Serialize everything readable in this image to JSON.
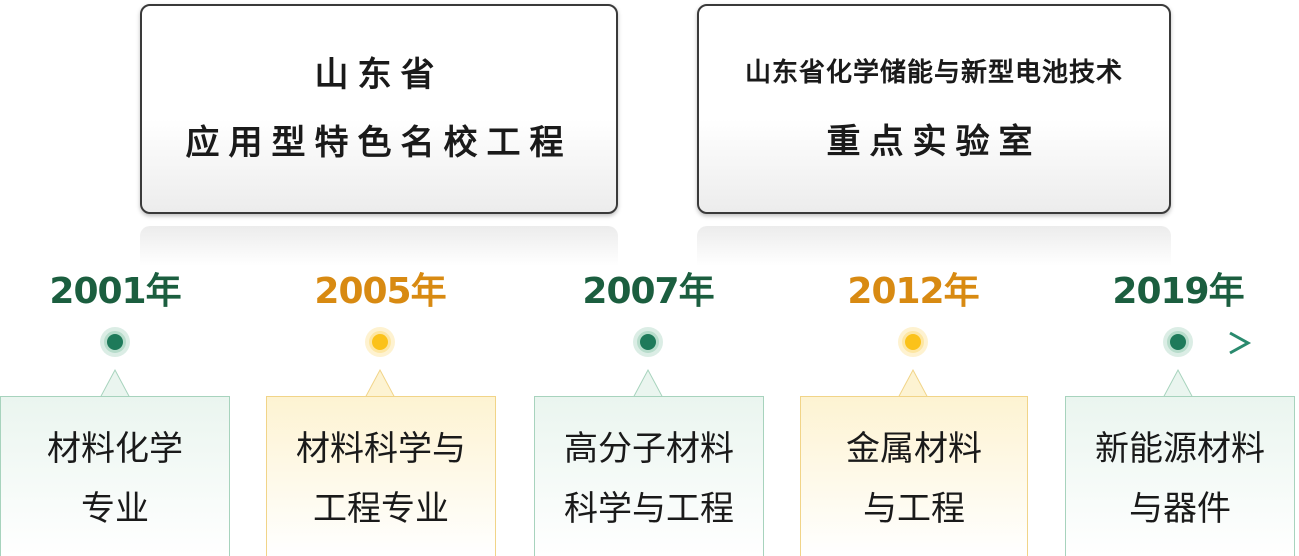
{
  "top_boxes": [
    {
      "lines": [
        "山东省",
        "应用型特色名校工程"
      ]
    },
    {
      "lines": [
        "山东省化学储能与新型电池技术",
        "重点实验室"
      ]
    }
  ],
  "milestones": [
    {
      "year": "2001年",
      "lines": [
        "材料化学",
        "专业"
      ],
      "color": "#1b5e3f",
      "style": "green"
    },
    {
      "year": "2005年",
      "lines": [
        "材料科学与",
        "工程专业"
      ],
      "color": "#d88a12",
      "style": "orange"
    },
    {
      "year": "2007年",
      "lines": [
        "高分子材料",
        "科学与工程"
      ],
      "color": "#1b5e3f",
      "style": "green"
    },
    {
      "year": "2012年",
      "lines": [
        "金属材料",
        "与工程"
      ],
      "color": "#d88a12",
      "style": "orange"
    },
    {
      "year": "2019年",
      "lines": [
        "新能源材料",
        "与器件"
      ],
      "color": "#1b5e3f",
      "style": "green"
    }
  ],
  "colors": {
    "green": "#1b5e3f",
    "orange": "#d88a12",
    "axis": "#2a8a6e"
  }
}
